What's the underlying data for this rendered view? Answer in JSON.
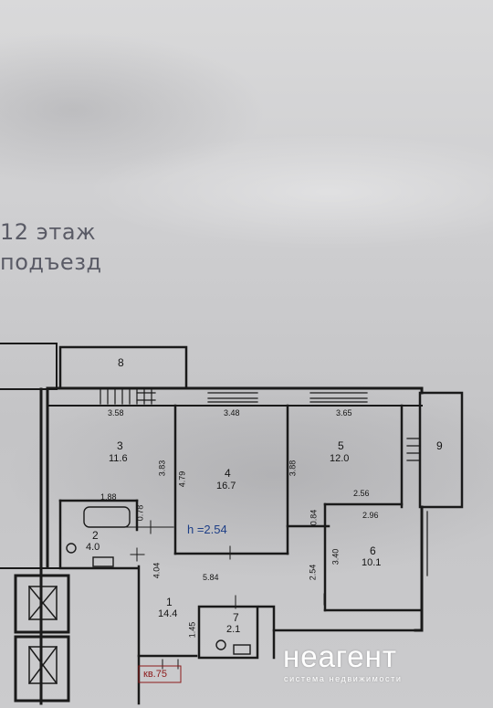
{
  "heading": {
    "floor": "12 этаж",
    "entrance": "подъезд"
  },
  "rooms": [
    {
      "id": "room-3",
      "number": "3",
      "area": "11.6"
    },
    {
      "id": "room-4",
      "number": "4",
      "area": "16.7"
    },
    {
      "id": "room-5",
      "number": "5",
      "area": "12.0"
    },
    {
      "id": "room-6",
      "number": "6",
      "area": "10.1"
    },
    {
      "id": "room-2",
      "number": "2",
      "area": "4.0"
    },
    {
      "id": "room-1",
      "number": "1",
      "area": "14.4"
    },
    {
      "id": "room-7",
      "number": "7",
      "area": "2.1"
    },
    {
      "id": "room-8",
      "number": "8"
    },
    {
      "id": "room-9",
      "number": "9"
    }
  ],
  "dimensions": {
    "d358": "3.58",
    "d348": "3.48",
    "d365": "3.65",
    "d383": "3.83",
    "d479": "4.79",
    "d388": "3.88",
    "d256": "2.56",
    "d296": "2.96",
    "d188": "1.88",
    "d078": "0.78",
    "d084": "0.84",
    "d340": "3.40",
    "d254": "2.54",
    "d404": "4.04",
    "d584": "5.84",
    "d145": "1.45"
  },
  "ceiling_height": "h =2.54",
  "apartment": "кв.75",
  "watermark": {
    "brand": "неагент",
    "tagline": "система недвижимости"
  },
  "colors": {
    "wall": "#1a1a1a",
    "paper": "#d2d2d4",
    "heading_text": "#5a5b66",
    "ceiling_label": "#1d3e86",
    "apartment_label": "#8c1a1a",
    "watermark": "#ffffff"
  }
}
